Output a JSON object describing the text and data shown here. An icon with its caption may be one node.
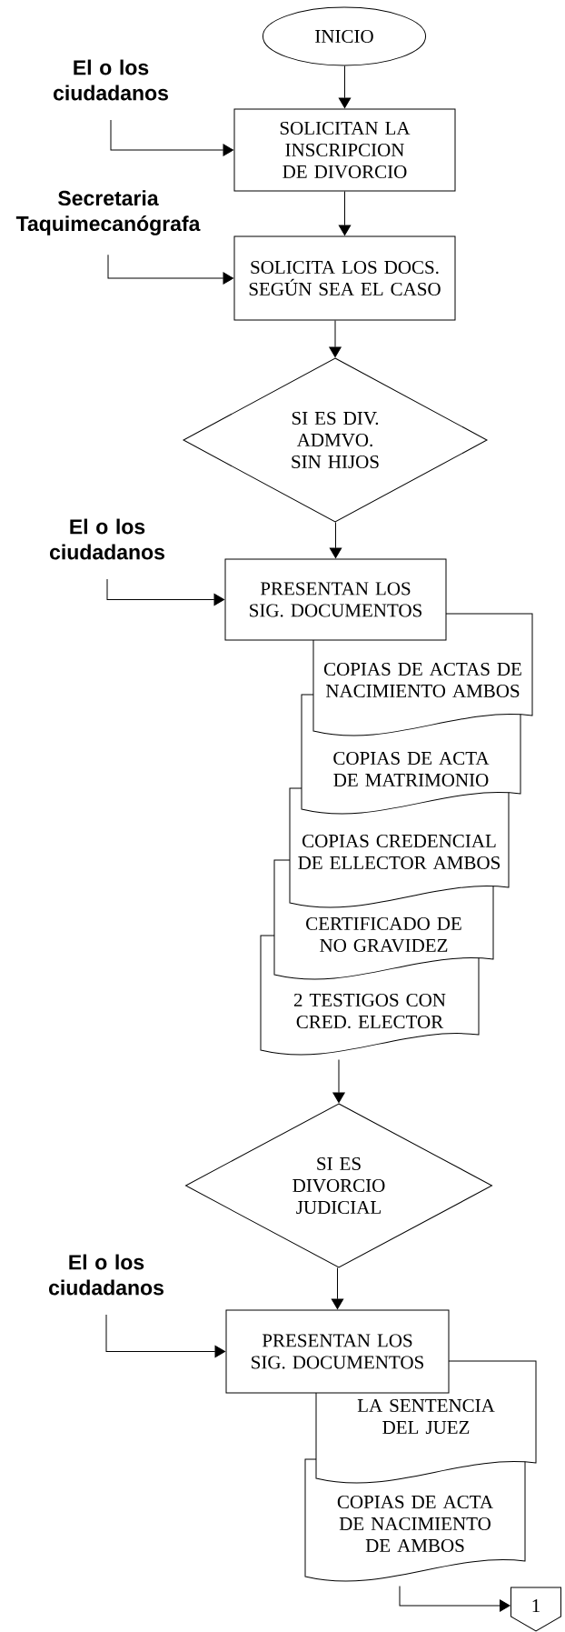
{
  "diagram": {
    "nodes": [
      {
        "text": [
          "INICIO"
        ]
      },
      {
        "text": [
          "El o los ciudadanos"
        ]
      },
      {
        "text": [
          "SOLICITAN LA INSCRIPCION DE DIVORCIO"
        ]
      },
      {
        "text": [
          "Secretaria Taquimecanógrafa"
        ]
      },
      {
        "text": [
          "SOLICITA LOS DOCS. SEGÚN SEA EL CASO"
        ]
      },
      {
        "text": [
          "SI ES DIV. ADMVO. SIN HIJOS"
        ]
      },
      {
        "text": [
          "El o los ciudadanos"
        ]
      },
      {
        "text": [
          "PRESENTAN LOS SIG. DOCUMENTOS"
        ]
      },
      {
        "text": [
          "COPIAS DE ACTAS DE NACIMIENTO AMBOS"
        ]
      },
      {
        "text": [
          "COPIAS DE ACTA DE MATRIMONIO"
        ]
      },
      {
        "text": [
          "COPIAS CREDENCIAL DE ELLECTOR AMBOS"
        ]
      },
      {
        "text": [
          "CERTIFICADO DE NO GRAVIDEZ"
        ]
      },
      {
        "text": [
          "2 TESTIGOS CON CRED. ELECTOR"
        ]
      },
      {
        "text": [
          "SI ES DIVORCIO JUDICIAL"
        ]
      },
      {
        "text": [
          "El o los ciudadanos"
        ]
      },
      {
        "text": [
          "PRESENTAN LOS SIG. DOCUMENTOS"
        ]
      },
      {
        "text": [
          "LA SENTENCIA DEL JUEZ"
        ]
      },
      {
        "text": [
          "COPIAS DE ACTA DE NACIMIENTO DE AMBOS"
        ]
      },
      {
        "text": [
          "1"
        ]
      }
    ],
    "edges": [
      {
        "from": 0,
        "to": 2,
        "arrow": "to"
      },
      {
        "from": 1,
        "to": 2,
        "arrow": "to"
      },
      {
        "from": 2,
        "to": 4,
        "arrow": "to"
      },
      {
        "from": 3,
        "to": 4,
        "arrow": "to"
      },
      {
        "from": 4,
        "to": 5,
        "arrow": "to"
      },
      {
        "from": 5,
        "to": 7,
        "arrow": "to"
      },
      {
        "from": 6,
        "to": 7,
        "arrow": "to"
      },
      {
        "from": 12,
        "to": 13,
        "arrow": "to"
      },
      {
        "from": 13,
        "to": 15,
        "arrow": "to"
      },
      {
        "from": 14,
        "to": 15,
        "arrow": "to"
      },
      {
        "from": 17,
        "to": 18,
        "arrow": "to"
      }
    ]
  }
}
